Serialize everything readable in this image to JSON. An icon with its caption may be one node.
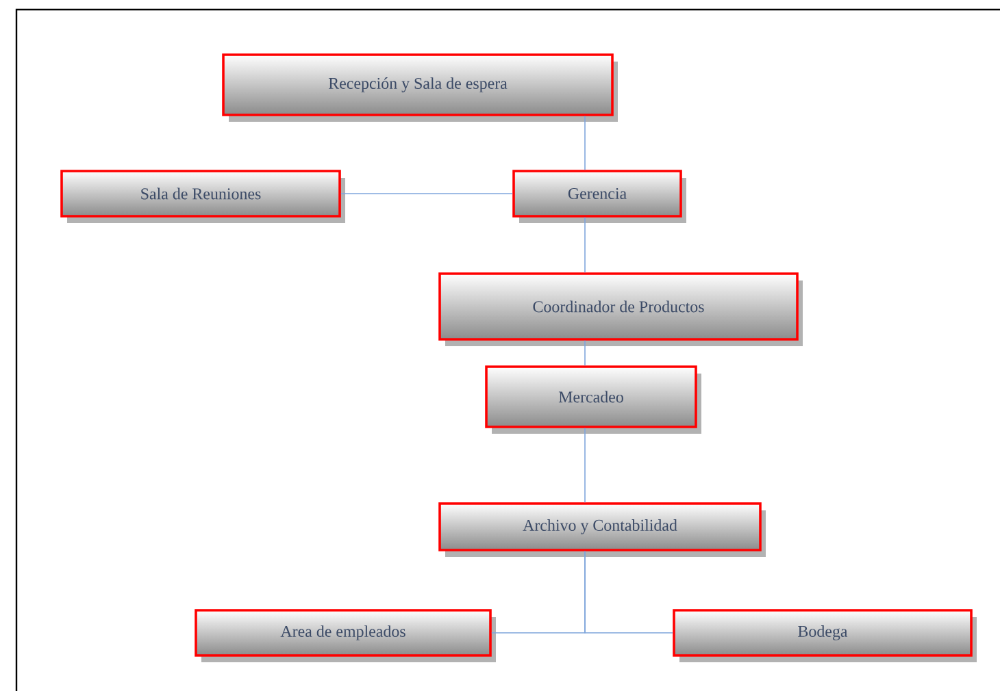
{
  "diagram": {
    "nodes": [
      {
        "text": [
          "Recepción y Sala de espera"
        ]
      },
      {
        "text": [
          "Sala de Reuniones"
        ]
      },
      {
        "text": [
          "Gerencia"
        ]
      },
      {
        "text": [
          "Coordinador de Productos"
        ]
      },
      {
        "text": [
          "Mercadeo"
        ]
      },
      {
        "text": [
          "Archivo y Contabilidad"
        ]
      },
      {
        "text": [
          "Area de empleados"
        ]
      },
      {
        "text": [
          "Bodega"
        ]
      }
    ],
    "edges": [
      {
        "from": 0,
        "to": 2,
        "arrow": "none"
      },
      {
        "from": 1,
        "to": 2,
        "arrow": "none"
      },
      {
        "from": 2,
        "to": 3,
        "arrow": "none"
      },
      {
        "from": 3,
        "to": 4,
        "arrow": "none"
      },
      {
        "from": 4,
        "to": 5,
        "arrow": "none"
      },
      {
        "from": 5,
        "to": 6,
        "arrow": "none"
      },
      {
        "from": 5,
        "to": 7,
        "arrow": "none"
      }
    ]
  }
}
